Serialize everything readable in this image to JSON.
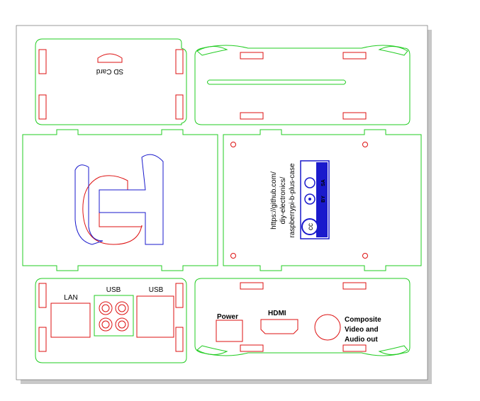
{
  "labels": {
    "sd_card": "SD Card",
    "github_line1": "https://github.com/",
    "github_line2": "diy-electronics/",
    "github_line3": "raspberrypi-b-plus-case",
    "cc_by": "BY",
    "cc_sa": "SA",
    "cc_mark": "cc",
    "lan": "LAN",
    "usb_left": "USB",
    "usb_right": "USB",
    "power": "Power",
    "hdmi": "HDMI",
    "composite_line1": "Composite",
    "composite_line2": "Video and",
    "composite_line3": "Audio out"
  },
  "colors": {
    "cut_outline": "#22cc22",
    "cutout": "#dd1111",
    "engrave": "#1a1acc",
    "sheet_shadow": "#c8c8c8",
    "sheet_border": "#555555"
  }
}
